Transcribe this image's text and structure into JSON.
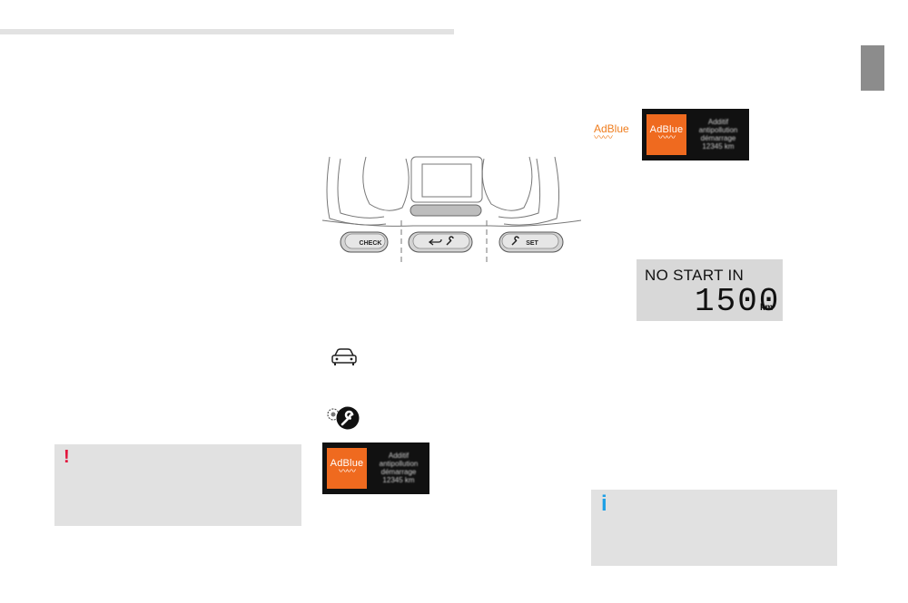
{
  "warning_symbol": "!",
  "info_symbol": "i",
  "dashboard": {
    "check_button": "CHECK",
    "set_button": "SET"
  },
  "adblue_logo": "AdBlue",
  "adblue_display": {
    "badge": "AdBlue",
    "message_lines": [
      "Additif",
      "antipollution",
      "démarrage",
      "12345 km"
    ]
  },
  "nostart_display": {
    "label": "NO START IN",
    "value": "1500",
    "unit": "km"
  },
  "colors": {
    "warning": "#e2143c",
    "info": "#1ea0e6",
    "adblue_orange": "#ef6a1f"
  }
}
